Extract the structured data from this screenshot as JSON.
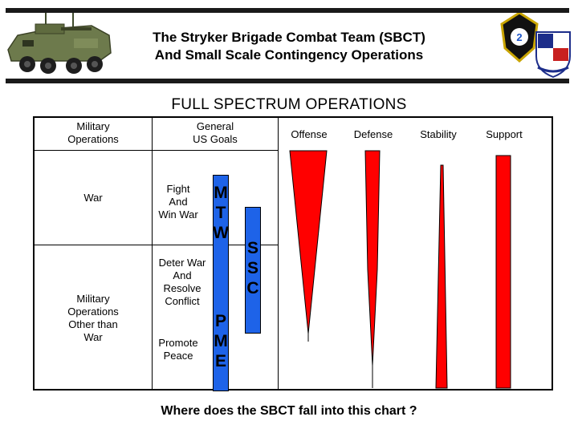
{
  "header": {
    "title_line1": "The Stryker Brigade Combat Team (SBCT)",
    "title_line2": "And Small Scale Contingency Operations"
  },
  "section_title": "FULL SPECTRUM OPERATIONS",
  "columns": {
    "military_operations_line1": "Military",
    "military_operations_line2": "Operations",
    "general_goals_line1": "General",
    "general_goals_line2": "US Goals",
    "offense": "Offense",
    "defense": "Defense",
    "stability": "Stability",
    "support": "Support"
  },
  "rows": {
    "war": "War",
    "ootw_lines": [
      "Military",
      "Operations",
      "Other than",
      "War"
    ]
  },
  "goals": {
    "fight_lines": [
      "Fight",
      "And",
      "Win War"
    ],
    "deter_lines": [
      "Deter War",
      "And",
      "Resolve",
      "Conflict"
    ],
    "promote_lines": [
      "Promote",
      "Peace"
    ]
  },
  "bars": {
    "mtw_letters": [
      "M",
      "T",
      "W"
    ],
    "ssc_letters": [
      "S",
      "S",
      "C"
    ],
    "pme_letters": [
      "P",
      "M",
      "E"
    ]
  },
  "colors": {
    "bar_blue": "#1e63e8",
    "wedge_red": "#ff0000"
  },
  "question": "Where does the SBCT fall into this chart ?"
}
